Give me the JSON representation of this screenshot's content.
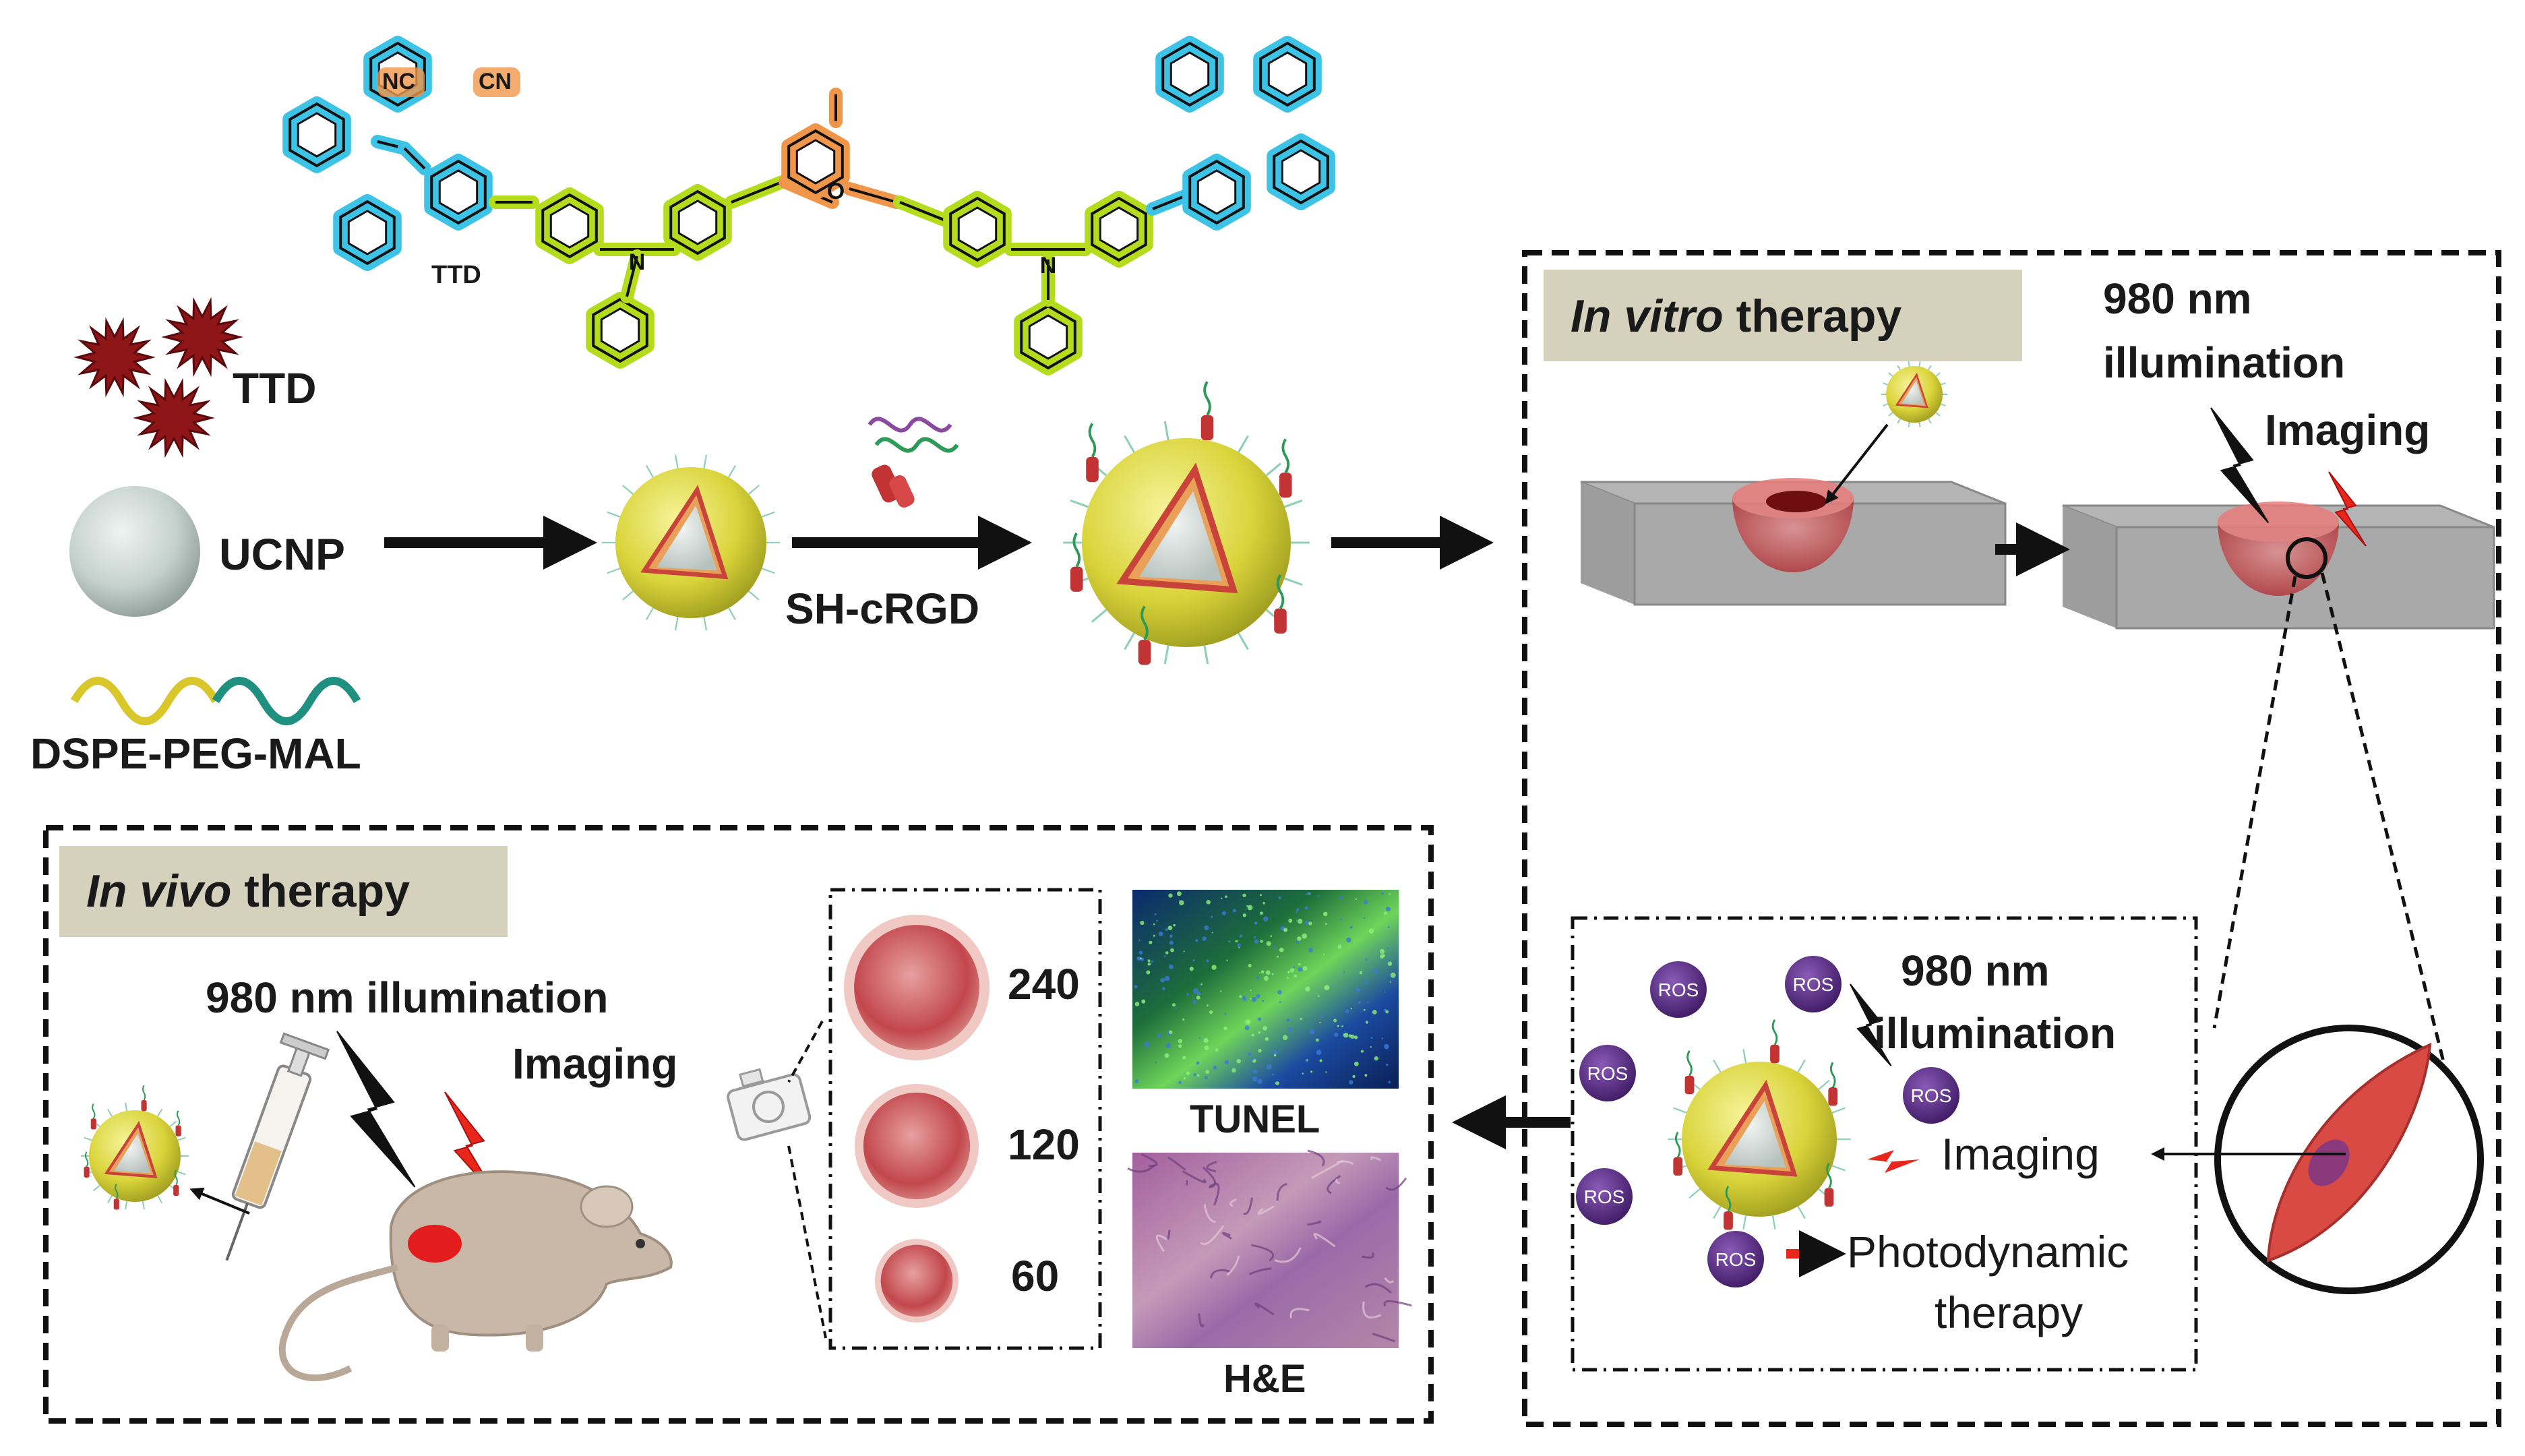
{
  "molecule": {
    "nc_left": "NC",
    "cn_right": "CN",
    "n_left": "N",
    "n_right": "N",
    "o_center": "O",
    "caption": "TTD"
  },
  "materials": {
    "ttd": "TTD",
    "ucnp": "UCNP",
    "dspe": "DSPE-PEG-MAL",
    "sh_crgd": "SH-cRGD"
  },
  "in_vitro": {
    "title_italic": "In vitro",
    "title_rest": " therapy",
    "illum_line1": "980 nm",
    "illum_line2": "illumination",
    "imaging": "Imaging"
  },
  "mechanism": {
    "illum_line1": "980 nm",
    "illum_line2": "illumination",
    "imaging": "Imaging",
    "pdt_line1": "Photodynamic",
    "pdt_line2": "therapy",
    "ros": "ROS"
  },
  "in_vivo": {
    "title_italic": "In vivo",
    "title_rest": " therapy",
    "illumination": "980 nm illumination",
    "imaging": "Imaging",
    "tumor_labels": [
      "240",
      "120",
      "60"
    ],
    "tunel": "TUNEL",
    "he": "H&E"
  },
  "colors": {
    "tpe_blue": "#3cc3e6",
    "tpa_green": "#b5dc1c",
    "acceptor_orange": "#f0964a",
    "nanoparticle_yellow": "#d9d43a",
    "ucnp_grey": "#c8d3cf",
    "ros_purple": "#5b2a86",
    "arrow_red": "#e8261c"
  }
}
